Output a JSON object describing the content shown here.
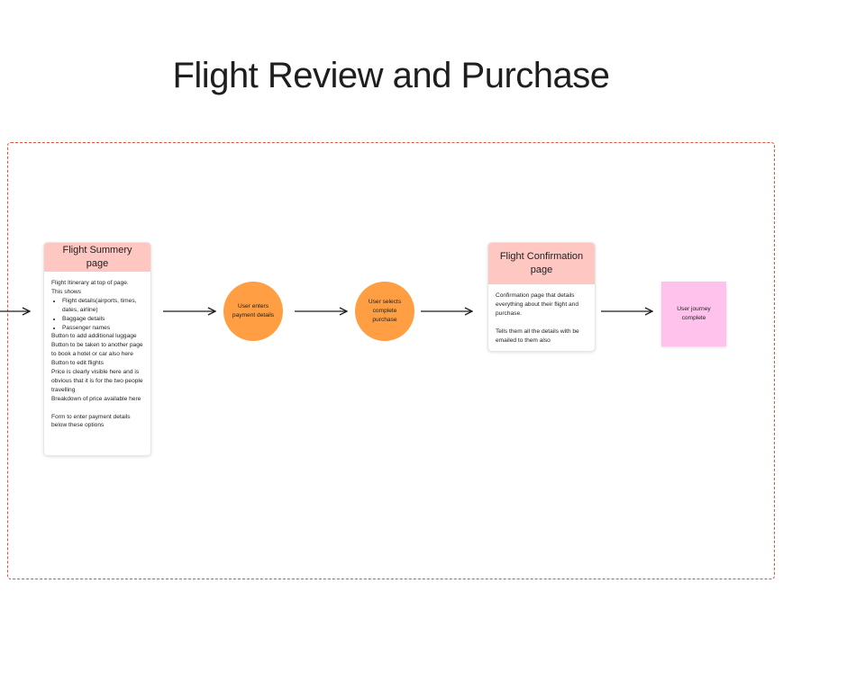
{
  "title": "Flight Review and Purchase",
  "colors": {
    "section_border": "#e8503a",
    "card_header": "#ffc7c2",
    "circle": "#ff9e42",
    "sticky": "#ffc2ec",
    "arrow": "#1e1e1e"
  },
  "summary_card": {
    "header": "Flight Summery page",
    "intro_1": "Flight Itinerary at top of page.",
    "intro_2": "This shows",
    "bullets": [
      "Flight details(airports, times, dates, airline)",
      "Baggage details",
      "Passenger names"
    ],
    "lines": [
      "Button to add additional luggage",
      "Button to be taken to another page to book a hotel or car also here",
      "Button to edit flights",
      "Price is clearly visible here and is obvious that it is for the two people travelling",
      "Breakdown of price available here"
    ],
    "footer": "Form to enter payment details below these options"
  },
  "step_payment": "User enters payment details",
  "step_purchase": "User selects complete purchase",
  "confirmation_card": {
    "header": "Flight Confirmation page",
    "para_1": "Confirmation page that details everything about their flight and purchase.",
    "para_2": "Tells them all the details with be emailed to them also"
  },
  "end_note": "User journey complete"
}
